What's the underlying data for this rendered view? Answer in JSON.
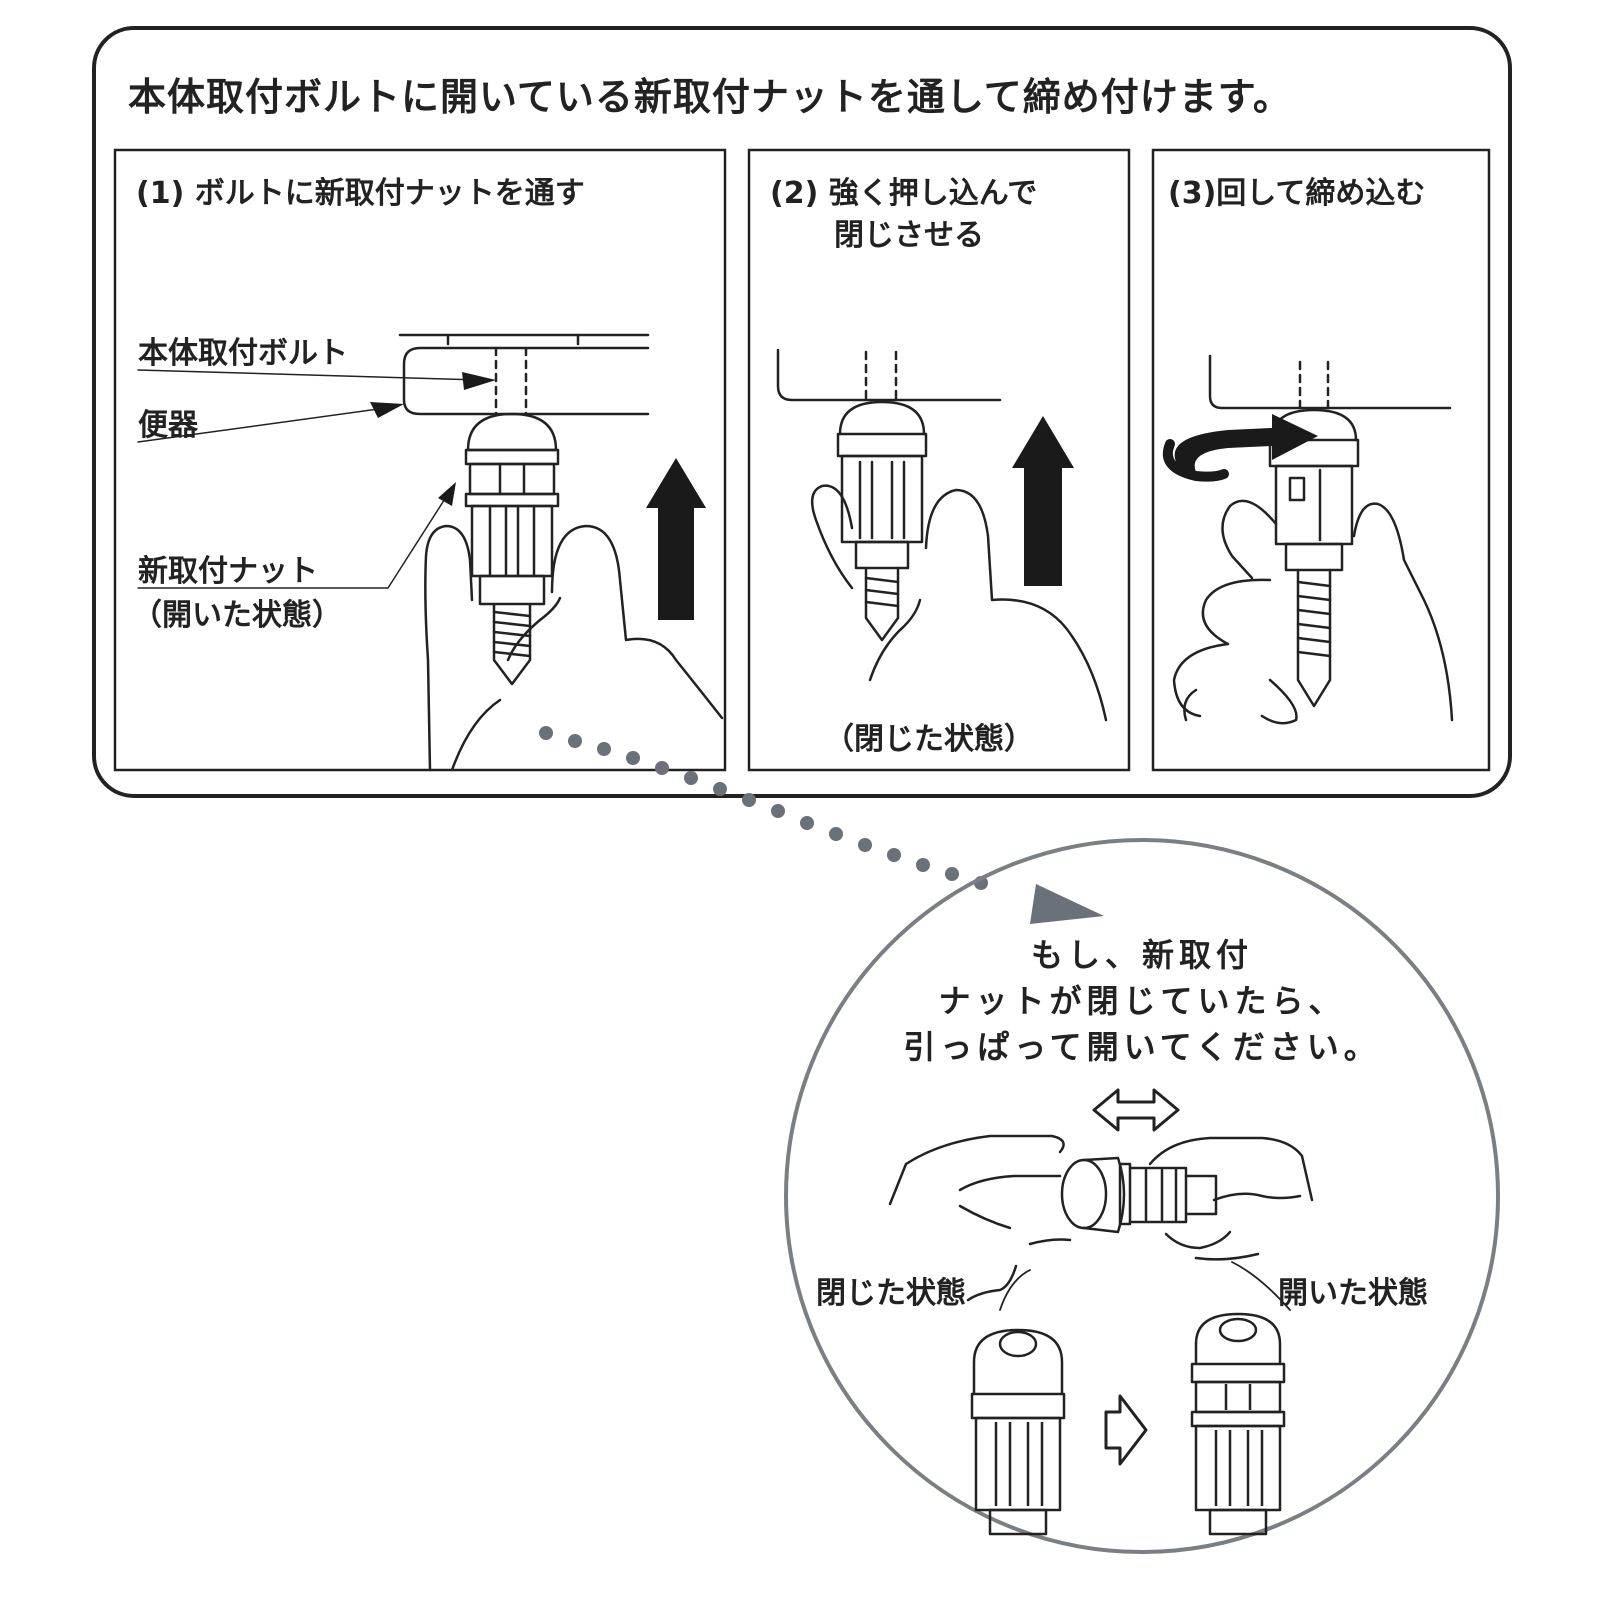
{
  "title": "本体取付ボルトに開いている新取付ナットを通して締め付けます。",
  "steps": [
    {
      "heading": "(1) ボルトに新取付ナットを通す",
      "labels": {
        "bolt": "本体取付ボルト",
        "toilet": "便器",
        "nut_line1": "新取付ナット",
        "nut_line2": "（開いた状態）"
      }
    },
    {
      "heading_line1": "(2) 強く押し込んで",
      "heading_line2": "閉じさせる",
      "caption": "（閉じた状態）"
    },
    {
      "heading": "(3)回して締め込む"
    }
  ],
  "note": {
    "line1": "もし、新取付",
    "line2": "ナットが閉じていたら、",
    "line3": "引っぱって開いてください。",
    "closed_label": "閉じた状態",
    "open_label": "開いた状態"
  },
  "colors": {
    "ink": "#222222",
    "arrow_fill": "#1a1a1a",
    "dots": "#6b7178",
    "circle_border": "#7a7f85"
  }
}
